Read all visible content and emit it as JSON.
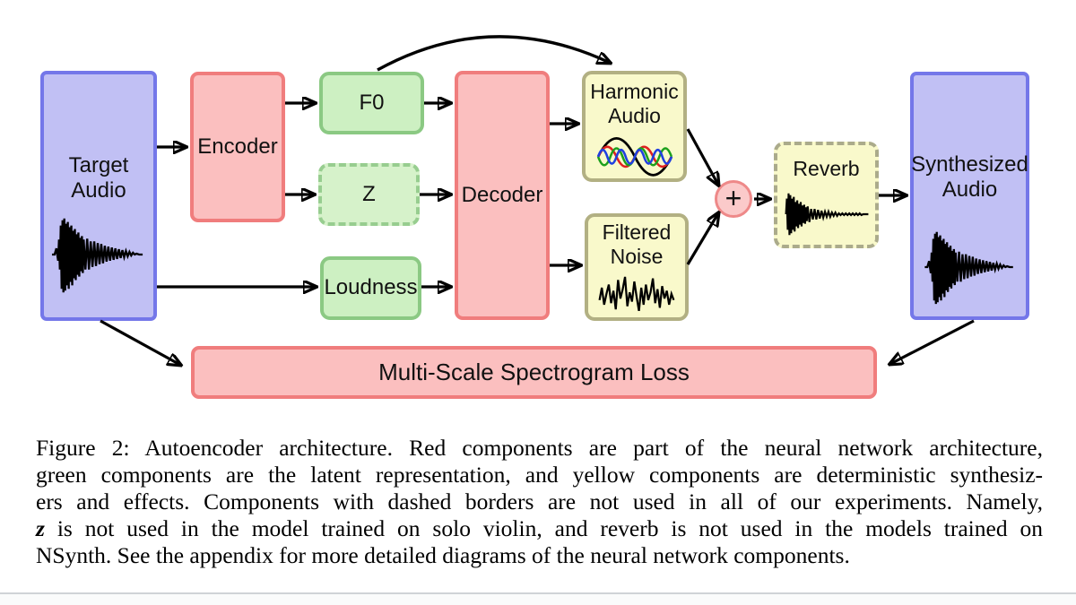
{
  "figure": {
    "type": "block-diagram",
    "title": "Autoencoder architecture (DDSP)",
    "nodes": {
      "target_audio": {
        "line1": "Target",
        "line2": "Audio",
        "role": "audio"
      },
      "encoder": {
        "label": "Encoder",
        "role": "neural"
      },
      "f0": {
        "label": "F0",
        "role": "latent"
      },
      "z": {
        "label": "Z",
        "role": "latent",
        "dashed": true
      },
      "loudness": {
        "label": "Loudness",
        "role": "latent"
      },
      "decoder": {
        "label": "Decoder",
        "role": "neural"
      },
      "harmonic_audio": {
        "line1": "Harmonic",
        "line2": "Audio",
        "role": "synth"
      },
      "filtered_noise": {
        "line1": "Filtered",
        "line2": "Noise",
        "role": "synth"
      },
      "sum": {
        "symbol": "+",
        "role": "neural"
      },
      "reverb": {
        "label": "Reverb",
        "role": "synth",
        "dashed": true
      },
      "synthesized_audio": {
        "line1": "Synthesized",
        "line2": "Audio",
        "role": "audio"
      },
      "loss": {
        "label": "Multi-Scale Spectrogram Loss",
        "role": "neural"
      }
    },
    "edges": [
      {
        "from": "target_audio",
        "to": "encoder"
      },
      {
        "from": "encoder",
        "to": "f0"
      },
      {
        "from": "encoder",
        "to": "z"
      },
      {
        "from": "target_audio",
        "to": "loudness"
      },
      {
        "from": "f0",
        "to": "decoder"
      },
      {
        "from": "z",
        "to": "decoder"
      },
      {
        "from": "loudness",
        "to": "decoder"
      },
      {
        "from": "f0",
        "to": "harmonic_audio",
        "note": "curved bypass arrow"
      },
      {
        "from": "decoder",
        "to": "harmonic_audio"
      },
      {
        "from": "decoder",
        "to": "filtered_noise"
      },
      {
        "from": "harmonic_audio",
        "to": "sum"
      },
      {
        "from": "filtered_noise",
        "to": "sum"
      },
      {
        "from": "sum",
        "to": "reverb"
      },
      {
        "from": "reverb",
        "to": "synthesized_audio"
      },
      {
        "from": "target_audio",
        "to": "loss"
      },
      {
        "from": "synthesized_audio",
        "to": "loss"
      }
    ]
  },
  "colors": {
    "audio_fill": "#c1c0f4",
    "audio_border": "#7477e9",
    "neural_fill": "#fbbfbf",
    "neural_border": "#f07d7d",
    "latent_fill": "#cdf0c2",
    "latent_border": "#8bc983",
    "latent_dash": "#97cd8f",
    "latent_dash_fill": "#d6f2ca",
    "synth_fill": "#f9f9cb",
    "synth_border": "#b2b083",
    "synth_dash": "#abab8b",
    "sum_fill": "#fbcaca",
    "sum_border": "#ee8989",
    "arrow": "#000000"
  },
  "caption": {
    "lines": [
      [
        {
          "t": "Figure 2:  Autoencoder architecture.  Red components are part of the neural network architecture,"
        }
      ],
      [
        {
          "t": "green components are the latent representation, and yellow components are deterministic synthesiz-"
        }
      ],
      [
        {
          "t": "ers and effects.  Components with dashed borders are not used in all of our experiments.  Namely,"
        }
      ],
      [
        {
          "t": "z",
          "math": true
        },
        {
          "t": " is not used in the model trained on solo violin, and reverb is not used in the models trained on"
        }
      ],
      [
        {
          "t": "NSynth. See the appendix for more detailed diagrams of the neural network components."
        }
      ]
    ]
  }
}
